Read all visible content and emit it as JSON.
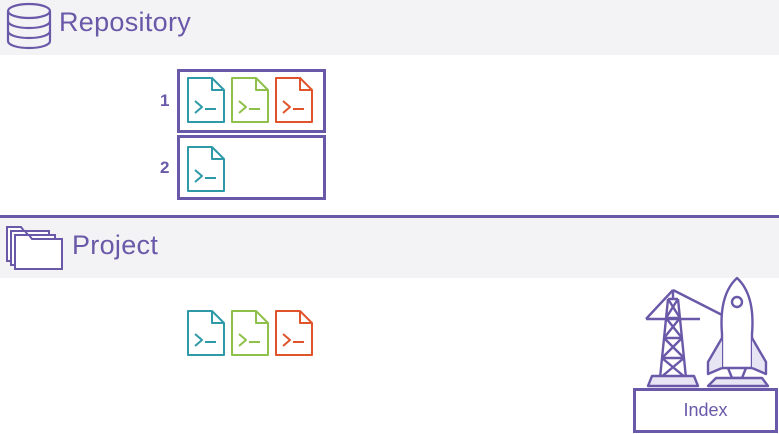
{
  "repository": {
    "title": "Repository",
    "icon": "database-icon",
    "commits": [
      {
        "number": "1",
        "files": [
          "teal",
          "green",
          "orange"
        ]
      },
      {
        "number": "2",
        "files": [
          "teal"
        ]
      }
    ]
  },
  "project": {
    "title": "Project",
    "icon": "folder-icon",
    "files": [
      "teal",
      "green",
      "orange"
    ]
  },
  "index": {
    "label": "Index",
    "icon": "launchpad-rocket-icon"
  },
  "colors": {
    "accent": "#6a58a8",
    "teal": "#2e9aa8",
    "green": "#8fc04a",
    "orange": "#e0542c"
  }
}
